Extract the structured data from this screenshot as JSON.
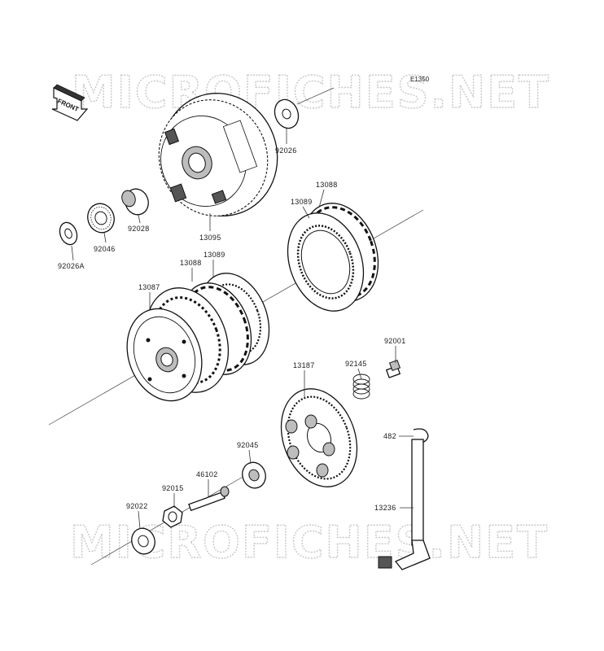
{
  "diagram_code": "E1350",
  "watermark": "MICROFICHES.NET",
  "front_label": "FRONT",
  "parts": {
    "p92026": "92026",
    "p13088_top": "13088",
    "p13089_top": "13089",
    "p92028": "92028",
    "p92046": "92046",
    "p13095": "13095",
    "p92026A": "92026A",
    "p13089_mid": "13089",
    "p13088_mid": "13088",
    "p13087": "13087",
    "p92001": "92001",
    "p92145": "92145",
    "p13187": "13187",
    "p482": "482",
    "p92045": "92045",
    "p46102": "46102",
    "p92015": "92015",
    "p92022": "92022",
    "p13236": "13236"
  }
}
